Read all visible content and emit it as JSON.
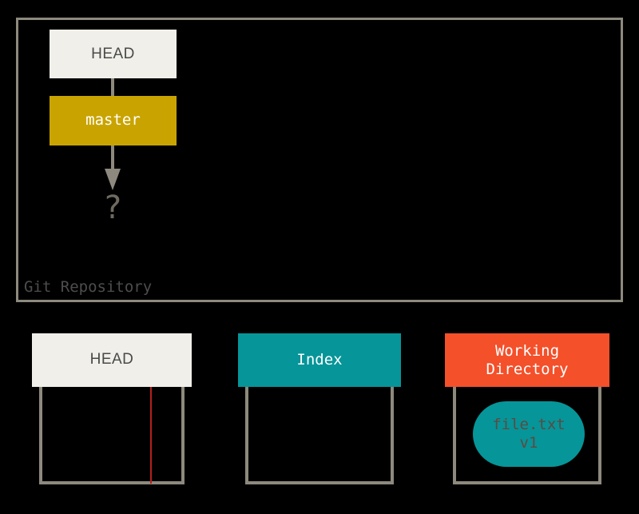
{
  "diagram": {
    "title": "Git staging areas diagram",
    "repository": {
      "label": "Git Repository",
      "nodes": {
        "head_ref": "HEAD",
        "branch": "master",
        "unknown_commit": "?"
      },
      "connectors": {
        "head_to_master": "line",
        "master_to_unknown": "arrow-down"
      }
    },
    "areas": [
      {
        "id": "head",
        "label": "HEAD",
        "header_color": "#f0efe9",
        "text_color": "#4a4a4a",
        "contents": []
      },
      {
        "id": "index",
        "label": "Index",
        "header_color": "#069599",
        "text_color": "#ffffff",
        "contents": []
      },
      {
        "id": "working-directory",
        "label": "Working\nDirectory",
        "header_color": "#f4502a",
        "text_color": "#ffffff",
        "contents": [
          {
            "id": "file-blob",
            "label": "file.txt\nv1",
            "fill": "#069599",
            "text_color": "#5c4b42"
          }
        ]
      }
    ],
    "colors": {
      "background": "#000000",
      "frame_stroke": "#8e897e",
      "branch_gold": "#c9a400",
      "teal": "#069599",
      "orange": "#f4502a",
      "cream": "#f0efe9",
      "highlight_red": "#b5201c",
      "muted_text": "#4d4d4d"
    }
  }
}
